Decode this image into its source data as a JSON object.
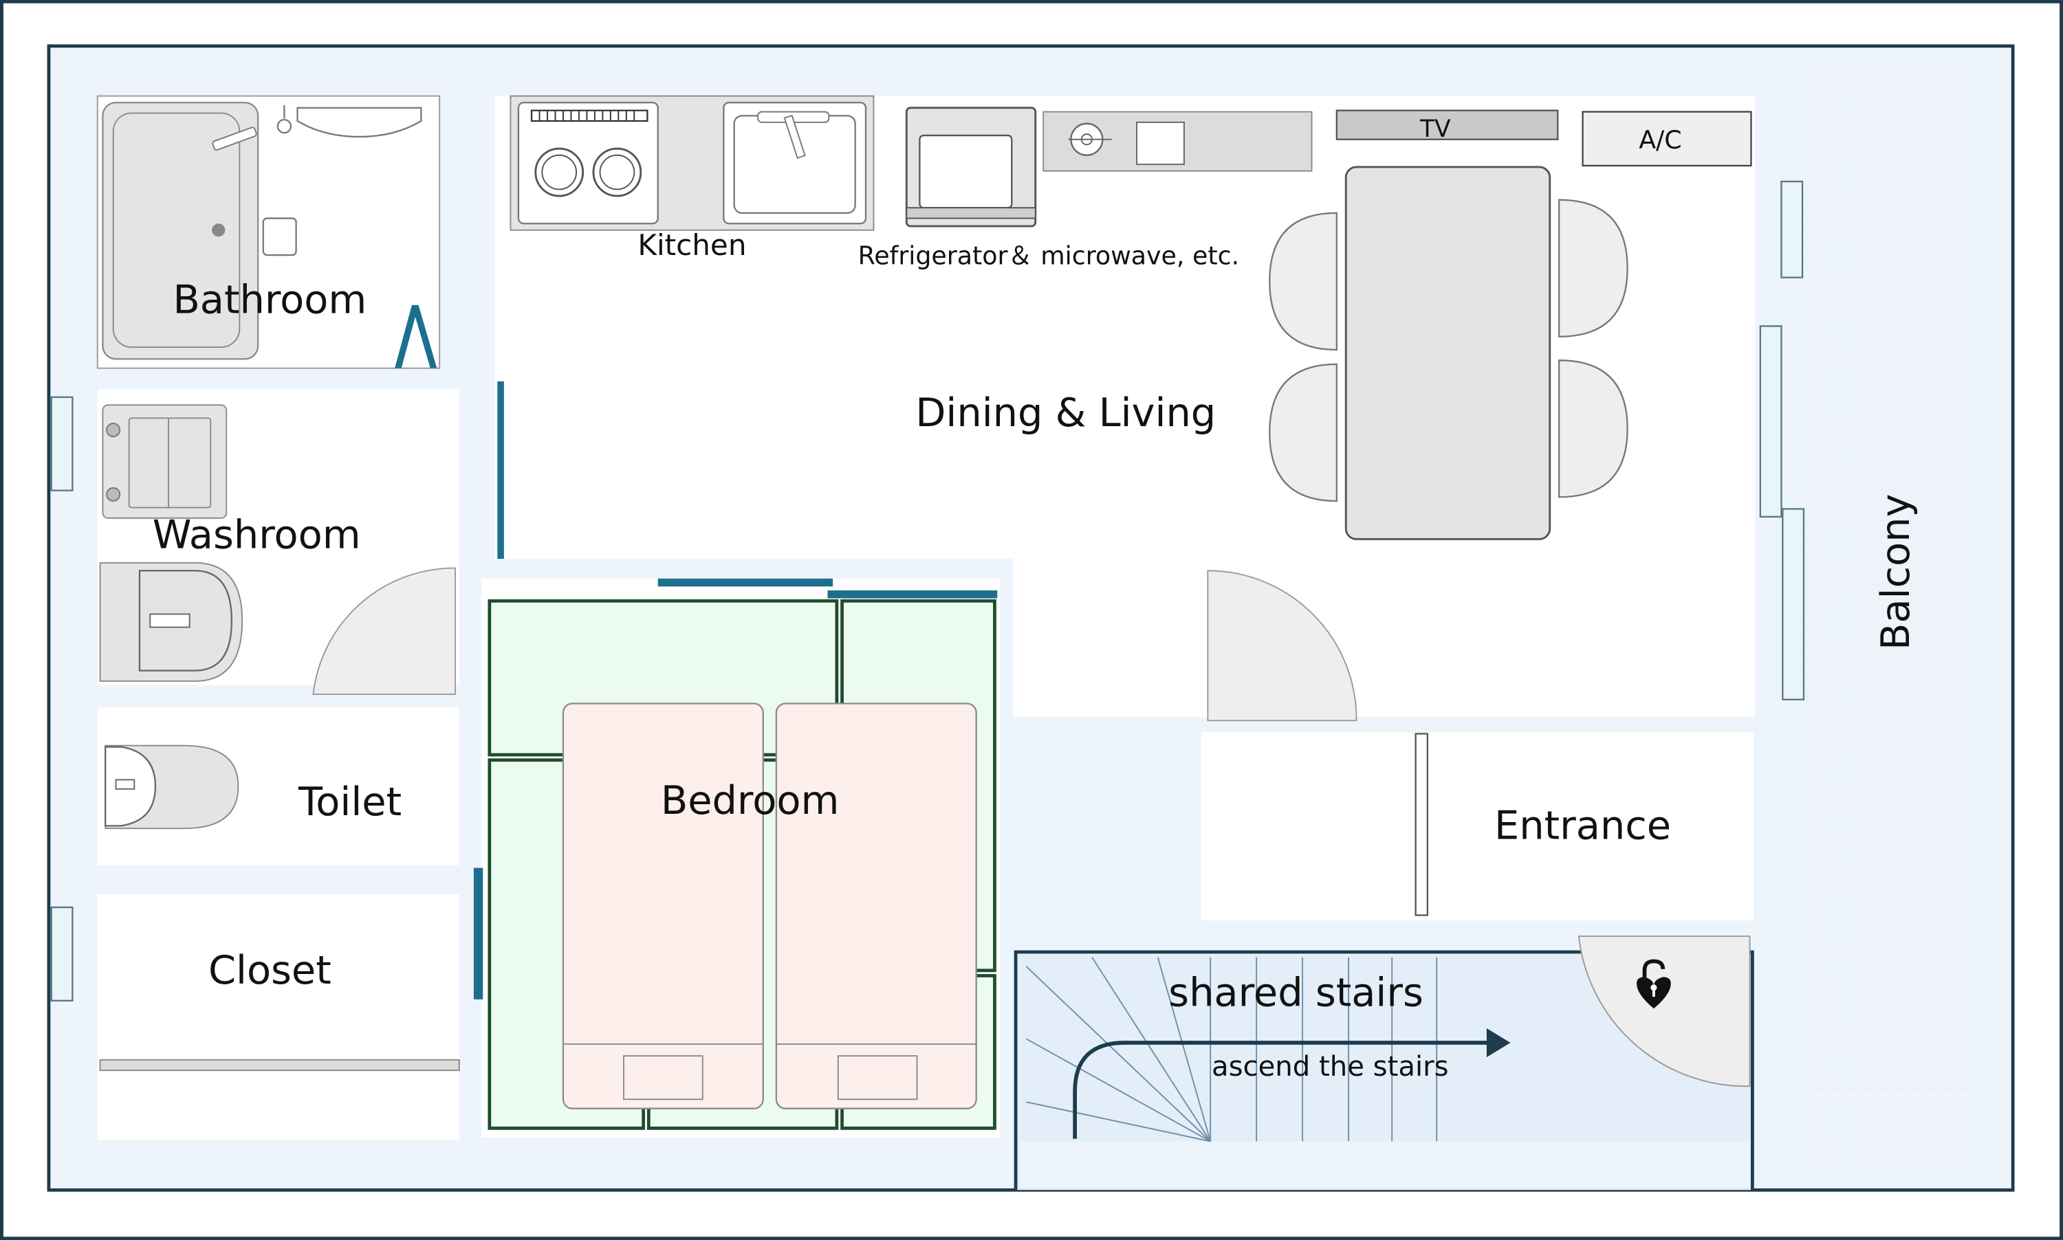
{
  "colors": {
    "outer_frame": "#1d3c4c",
    "wall_fill": "#eef4fb",
    "wall_edge": "#b9d3ea",
    "room_floor": "#ffffff",
    "fixture_fill": "#e4e4e4",
    "fixture_edge": "#8a8a8a",
    "door_blue": "#1d6f8e",
    "tatami_fill": "#ecfbf1",
    "tatami_edge": "#1f4d2e",
    "bed_fill": "#fdf0ec",
    "stairs_fill": "#e3eef8",
    "balcony_fill": "#f7f9f6",
    "window_fill": "#e8f6fa"
  },
  "rooms": {
    "bathroom": "Bathroom",
    "kitchen": "Kitchen",
    "appliances": "Refrigerator＆ microwave, etc.",
    "tv": "TV",
    "ac": "A/C",
    "dining": "Dining & Living",
    "washroom": "Washroom",
    "toilet": "Toilet",
    "closet": "Closet",
    "bedroom": "Bedroom",
    "entrance": "Entrance",
    "balcony": "Balcony",
    "stairs": "shared stairs",
    "stairs_note": "ascend the stairs"
  },
  "icons": {
    "lock": "unlocked-padlock-icon",
    "stairs_arrow": "arrow-right-icon"
  }
}
